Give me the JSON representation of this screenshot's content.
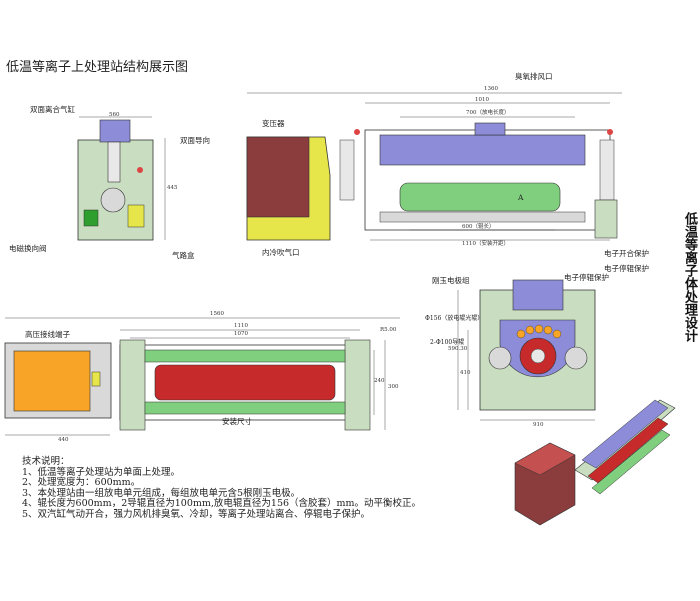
{
  "title": "低温等离子上处理站结构展示图",
  "side_title": "低温等离子体处理设计",
  "front_view": {
    "labels": {
      "cylinder": "双面离合气缸",
      "guide": "双面导向",
      "valve": "电磁换向阀",
      "airbox": "气路盒"
    },
    "dims": {
      "width": "560",
      "height": "445"
    }
  },
  "side_view": {
    "labels": {
      "transformer": "变压器",
      "exhaust": "臭氧排风口",
      "cool_inlet": "内冷吹气口",
      "clutch": "电子开合保护",
      "stop": "电子停辊保护"
    },
    "dims": {
      "total": "1360",
      "inner": "1010",
      "electrode": "700（放电长度）",
      "roller": "600（辊长）",
      "install": "1110（安装开距）",
      "a_mark": "A"
    }
  },
  "top_view": {
    "labels": {
      "hv": "高压接线端子",
      "install": "安装尺寸"
    },
    "dims": {
      "total": "1560",
      "d1": "1110",
      "d2": "1070",
      "base": "440",
      "r": "R5.00",
      "h1": "240",
      "h2": "300"
    }
  },
  "section_view": {
    "labels": {
      "electrode": "刚玉电极组",
      "roller": "Φ156（放电辊光辊）",
      "guide_roll": "2-Φ100导辊",
      "stop": "电子停辊保护"
    },
    "dims": {
      "width": "910",
      "h1": "590.30",
      "h2": "410"
    }
  },
  "notes": {
    "heading": "技术说明：",
    "items": [
      "1、低温等离子处理站为单面上处理。",
      "2、处理宽度为：600mm。",
      "3、本处理站由一组放电单元组成，每组放电单元含5根刚玉电极。",
      "4、辊长度为600mm，2导辊直径为100mm,放电辊直径为156（含胶套）mm。动平衡校正。",
      "5、双汽缸气动开合，强力风机排臭氧、冷却，等离子处理站离合、停辊电子保护。"
    ]
  },
  "colors": {
    "frame": "#c9dec0",
    "yellow": "#e6e64a",
    "darkred": "#8b3c3c",
    "orange": "#f7a427",
    "roller_red": "#c72a2a",
    "roller_green": "#7fcf7f",
    "blue": "#8c8cd8"
  }
}
